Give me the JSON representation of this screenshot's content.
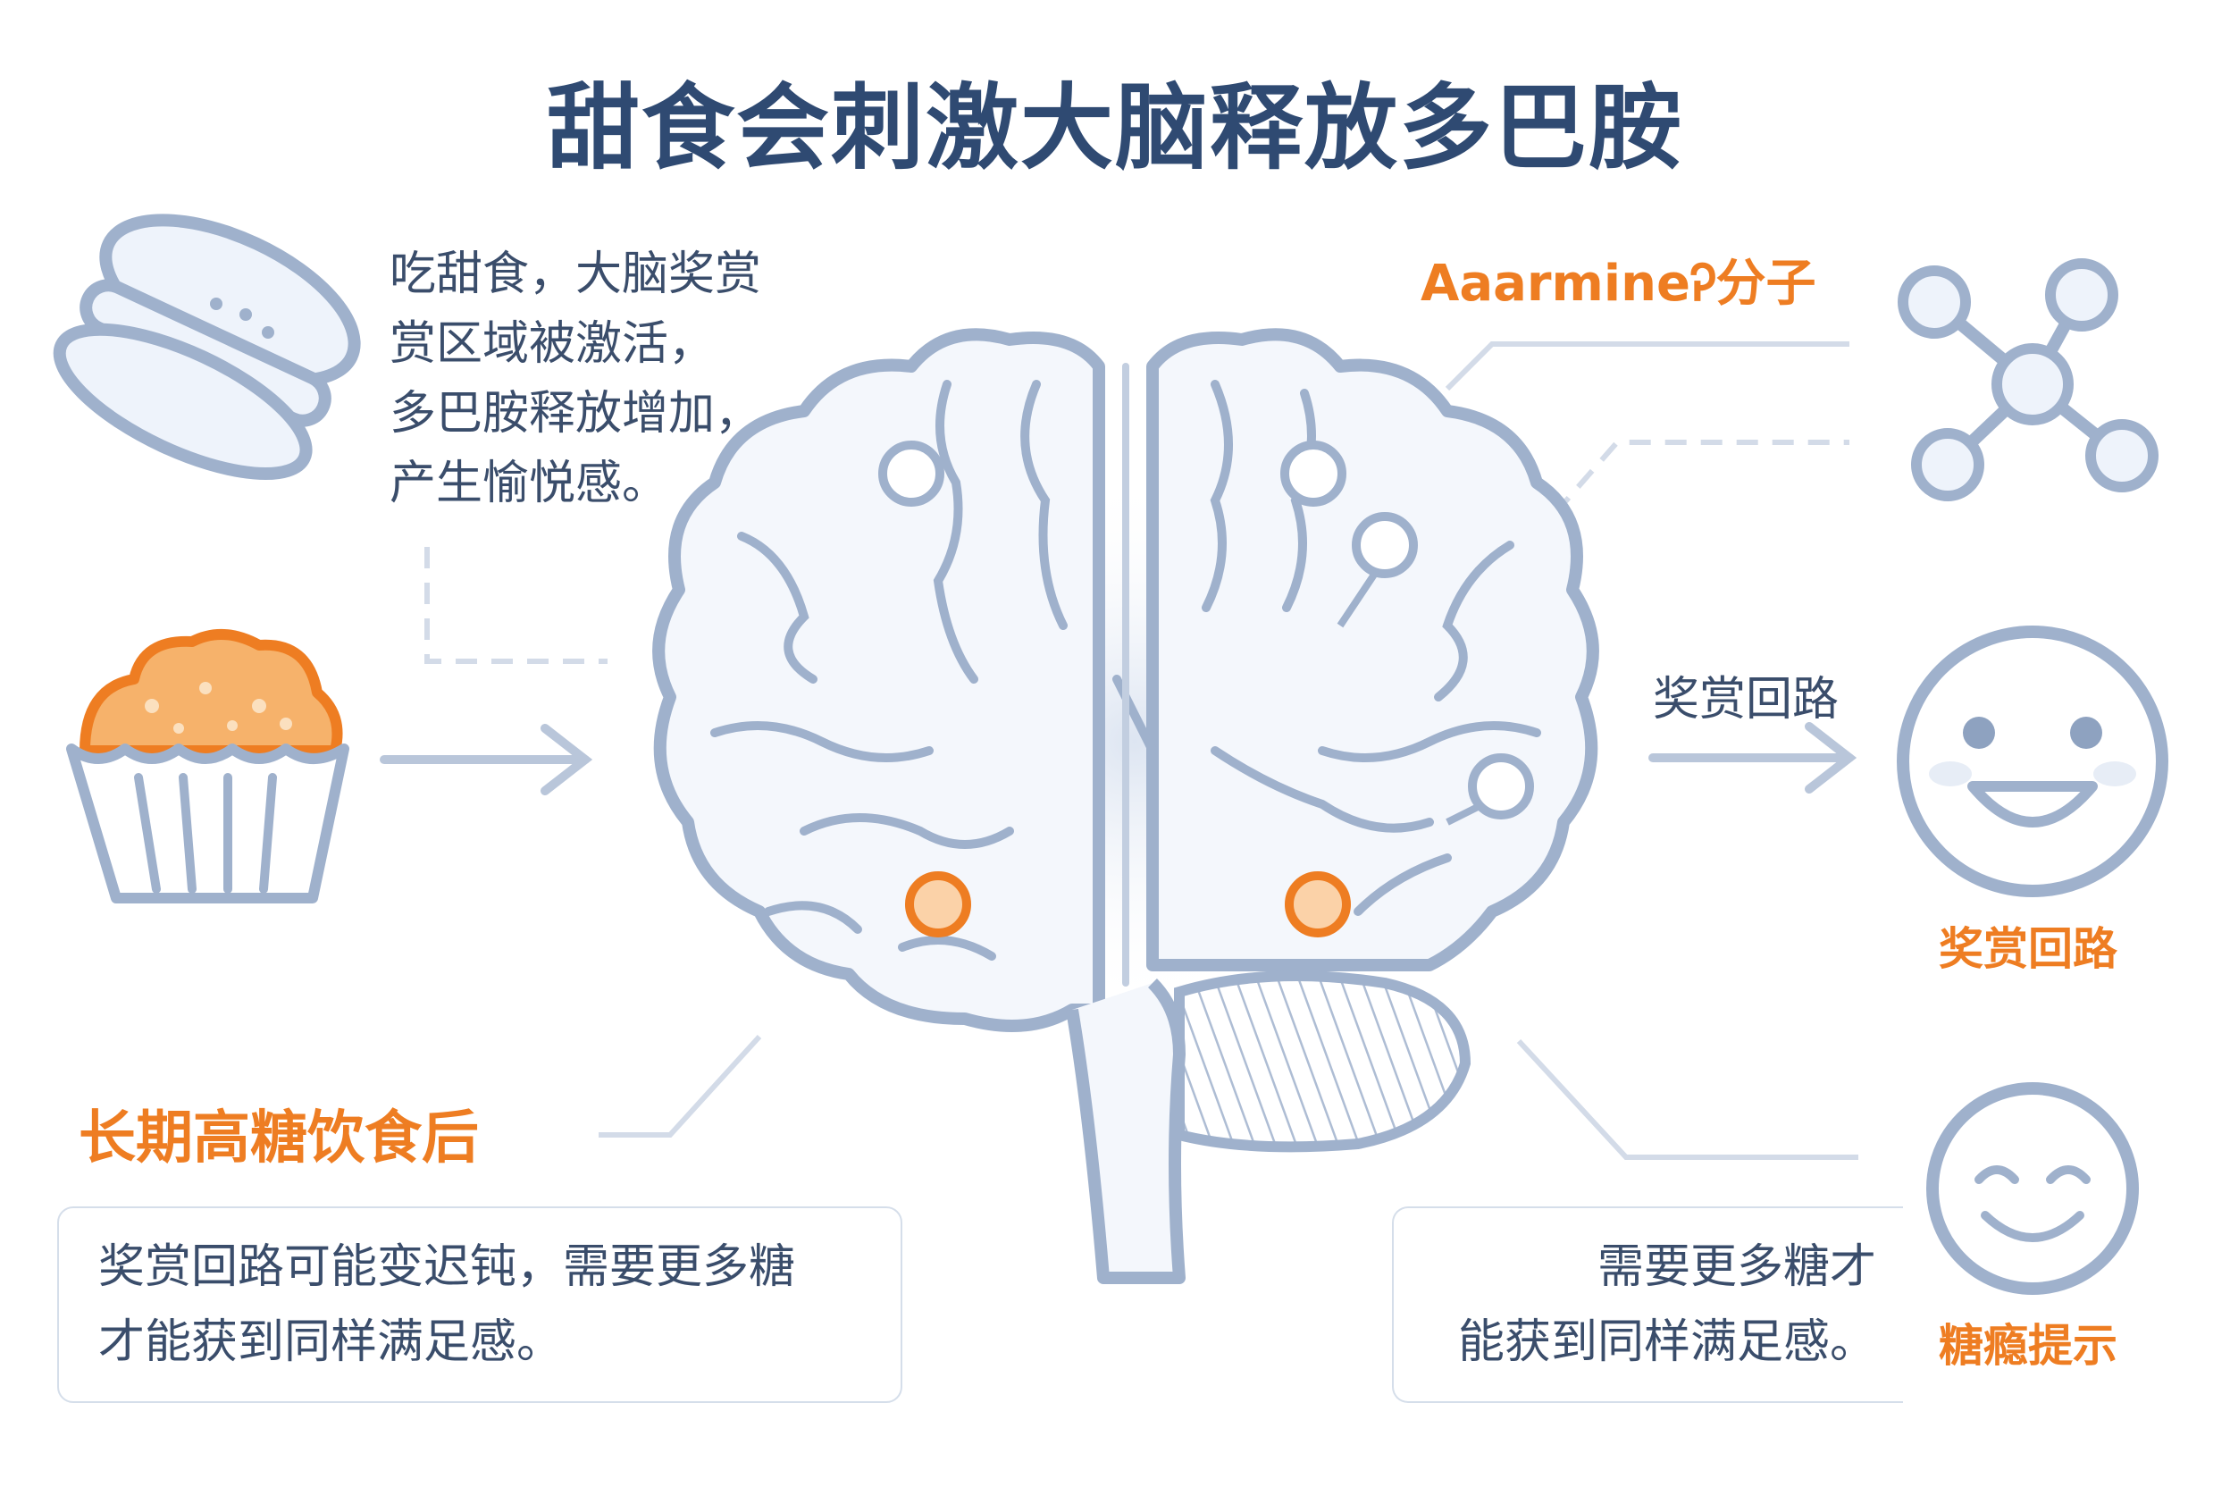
{
  "title": "甜食会刺激大脑释放多巴胺",
  "top_description": {
    "lines": [
      "吃甜食，大脑奖赏",
      "赏区域被激活，",
      "多巴胺释放增加，",
      "产生愉悦感。"
    ]
  },
  "molecule_label": "AaarmineᎮ分子",
  "reward_circuit_mid": "奖赏回路",
  "reward_circuit_bottom": "奖赏回路",
  "sugar_hint_label": "糖瘾提示",
  "long_term_heading": "长期高糖饮食后",
  "left_box": {
    "lines": [
      "奖赏回路可能变迟钝，需要更多糖",
      "才能获到同样满足感。"
    ]
  },
  "right_box": {
    "lines": [
      "需要更多糖才",
      "能获到同样满足感。"
    ]
  },
  "colors": {
    "title": "#2f4a72",
    "text": "#3a4d6b",
    "accent_orange": "#ee7d22",
    "line_blue": "#9fb1cc",
    "fill_light": "#eef3fb"
  },
  "icons": [
    "macaron-icon",
    "cupcake-icon",
    "brain-icon",
    "molecule-icon",
    "smiley-big-icon",
    "smiley-content-icon",
    "arrow-right-icon"
  ]
}
